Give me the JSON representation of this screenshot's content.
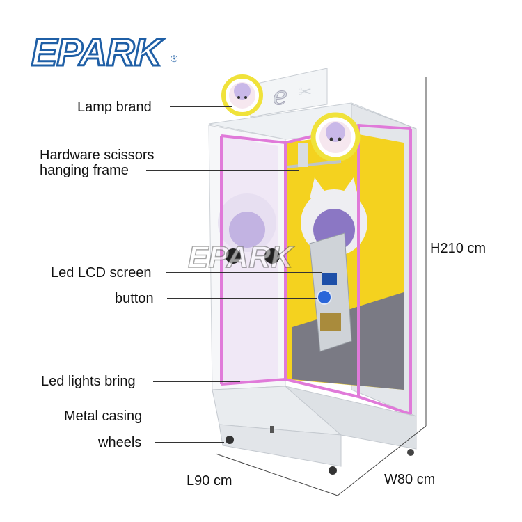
{
  "brand": {
    "logo_text": "EPARK",
    "registered_mark": "®",
    "watermark": "EPARK"
  },
  "callouts": [
    {
      "id": "lamp",
      "text": "Lamp brand"
    },
    {
      "id": "scissors",
      "text": "Hardware scissors\nhanging frame"
    },
    {
      "id": "lcd",
      "text": "Led LCD screen"
    },
    {
      "id": "button",
      "text": "button"
    },
    {
      "id": "led",
      "text": "Led lights bring"
    },
    {
      "id": "casing",
      "text": "Metal casing"
    },
    {
      "id": "wheels",
      "text": "wheels"
    }
  ],
  "dimensions": {
    "height": "H210 cm",
    "length": "L90 cm",
    "width": "W80 cm"
  },
  "colors": {
    "logo_blue": "#1f5fa6",
    "neon_pink": "#e07ad9",
    "panel_yellow": "#f4d21f",
    "cabinet_gray": "#dfe3e8"
  }
}
